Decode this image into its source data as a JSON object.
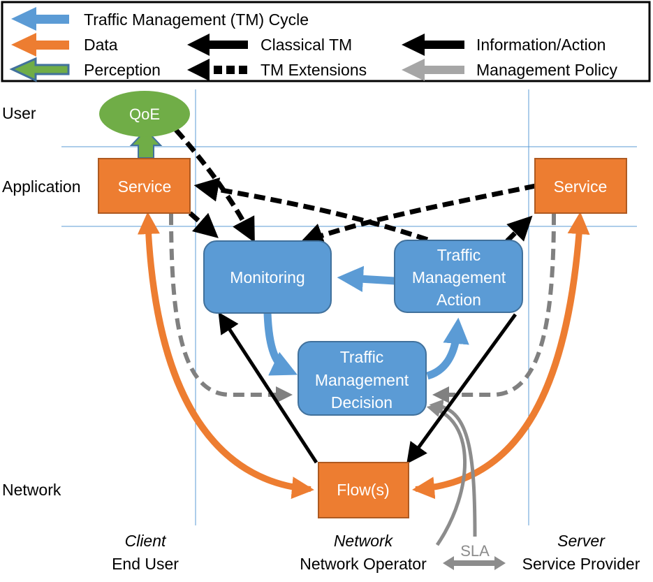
{
  "legend": {
    "items": [
      {
        "label": "Traffic Management (TM) Cycle",
        "style": "tm-cycle"
      },
      {
        "label": "Data",
        "style": "data"
      },
      {
        "label": "Perception",
        "style": "perception"
      },
      {
        "label": "Classical TM",
        "style": "classical-tm"
      },
      {
        "label": "TM Extensions",
        "style": "tm-extensions"
      },
      {
        "label": "Information/Action",
        "style": "information-action"
      },
      {
        "label": "Management Policy",
        "style": "management-policy"
      }
    ]
  },
  "layers": {
    "user": "User",
    "application": "Application",
    "network": "Network"
  },
  "nodes": {
    "qoe": "QoE",
    "client_service": "Service",
    "server_service": "Service",
    "monitoring": "Monitoring",
    "tm_action": [
      "Traffic",
      "Management",
      "Action"
    ],
    "tm_decision": [
      "Traffic",
      "Management",
      "Decision"
    ],
    "flows": "Flow(s)"
  },
  "columns": {
    "client": {
      "role": "Client",
      "name": "End User"
    },
    "network": {
      "role": "Network",
      "name": "Network Operator"
    },
    "server": {
      "role": "Server",
      "name": "Service Provider"
    }
  },
  "sla_label": "SLA",
  "colors": {
    "tm_blue": "#5b9bd5",
    "tm_blue_border": "#41719c",
    "data_orange": "#ed7d31",
    "orange_border": "#ae5a21",
    "perception_green": "#70ad47",
    "policy_gray": "#808080",
    "legend_gray": "#a6a6a6",
    "grid_line": "#5b9bd5"
  }
}
